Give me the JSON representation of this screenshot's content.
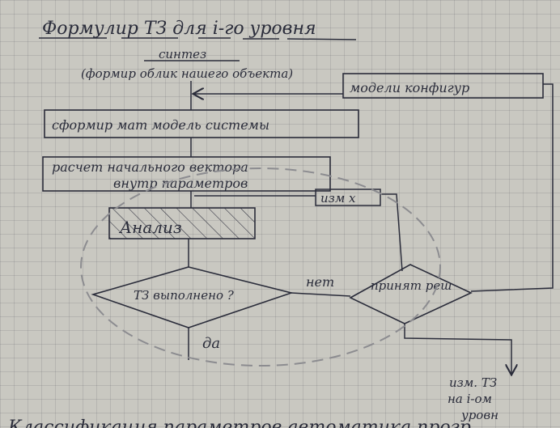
{
  "title": "Формулир   ТЗ для   i-го уровня",
  "nodes": {
    "synthesis_line1": "синтез",
    "synthesis_line2": "(формир облик нашего объекта)",
    "model_config": "модели   конфигур",
    "math_model": "сформир мат модель системы",
    "calc_line1": "расчет начального вектора",
    "calc_line2": "внутр параметров",
    "change_x": "изм х",
    "analysis": "Анализ",
    "decision_tz": "ТЗ выполнено ?",
    "decision_make": "принят реш",
    "change_tz_line1": "изм. ТЗ",
    "change_tz_line2": "на i-ом",
    "change_tz_line3": "уровн"
  },
  "edges": {
    "no_label": "нет",
    "yes_label": "да"
  },
  "bottom_text": "Классификация параметров   автоматика  прогр",
  "colors": {
    "ink": "#2a2c3a",
    "paper": "#c9c8c1",
    "dashed_ellipse": "#8c8c90"
  }
}
